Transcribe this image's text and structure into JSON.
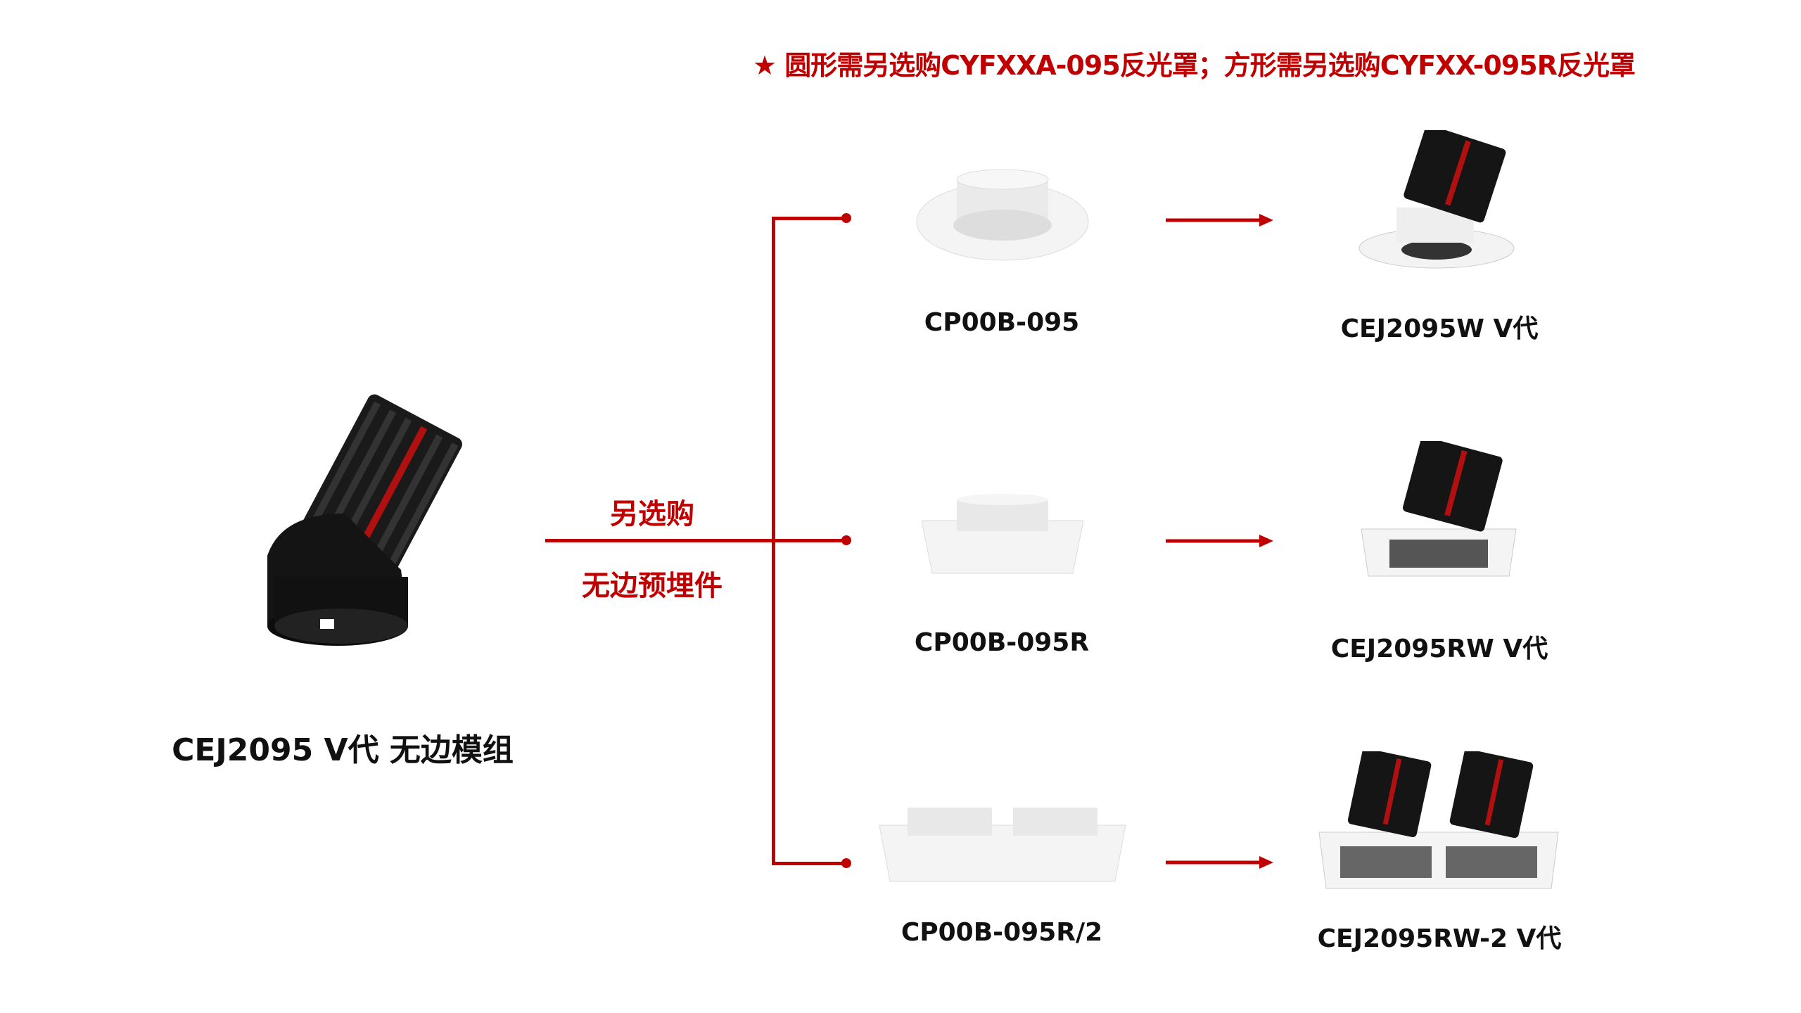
{
  "note": "★ 圆形需另选购CYFXXA-095反光罩；方形需另选购CYFXX-095R反光罩",
  "main_module": {
    "label": "CEJ2095  V代 无边模组"
  },
  "connector": {
    "top_label": "另选购",
    "bottom_label": "无边预埋件"
  },
  "rows": [
    {
      "part": "CP00B-095",
      "result": "CEJ2095W  V代"
    },
    {
      "part": "CP00B-095R",
      "result": "CEJ2095RW  V代"
    },
    {
      "part": "CP00B-095R/2",
      "result": "CEJ2095RW-2  V代"
    }
  ],
  "colors": {
    "accent": "#c00000",
    "text": "#111111"
  }
}
